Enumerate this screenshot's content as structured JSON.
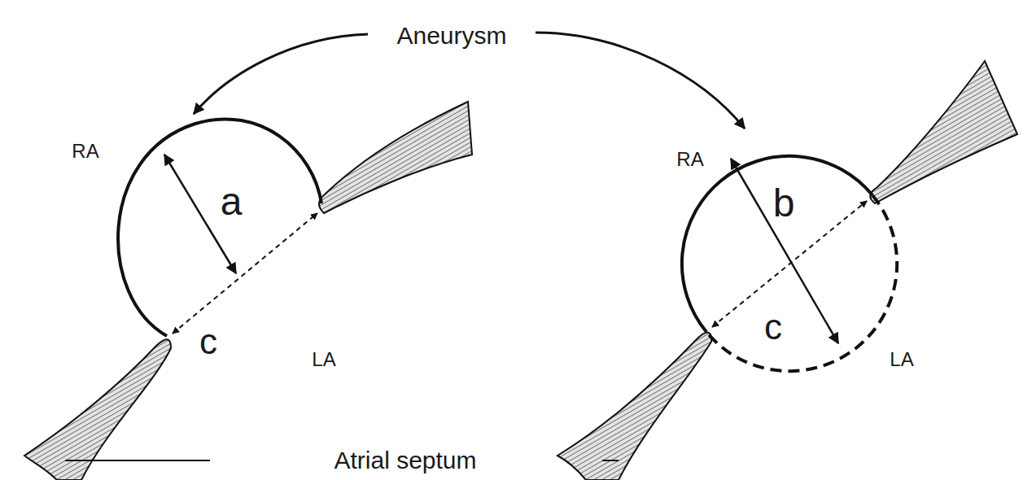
{
  "diagram": {
    "labels": [
      "Aneurysm",
      "RA",
      "a",
      "c",
      "LA",
      "RA",
      "b",
      "c",
      "LA",
      "Atrial septum"
    ]
  }
}
